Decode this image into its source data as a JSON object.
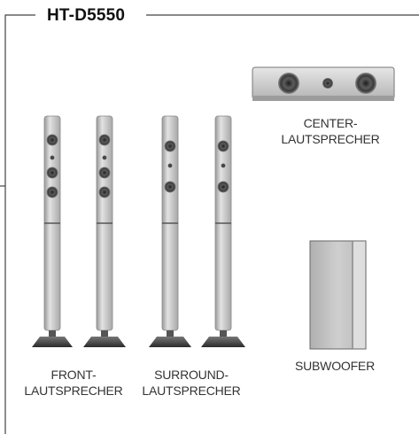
{
  "title": "HT-D5550",
  "components": {
    "center": {
      "line1": "CENTER-",
      "line2": "LAUTSPRECHER"
    },
    "front": {
      "line1": "FRONT-",
      "line2": "LAUTSPRECHER"
    },
    "surround": {
      "line1": "SURROUND-",
      "line2": "LAUTSPRECHER"
    },
    "subwoofer": {
      "line1": "SUBWOOFER"
    }
  },
  "colors": {
    "speaker_body": "#c9c9c9",
    "speaker_dark": "#5a5a5a",
    "frame": "#444444"
  }
}
